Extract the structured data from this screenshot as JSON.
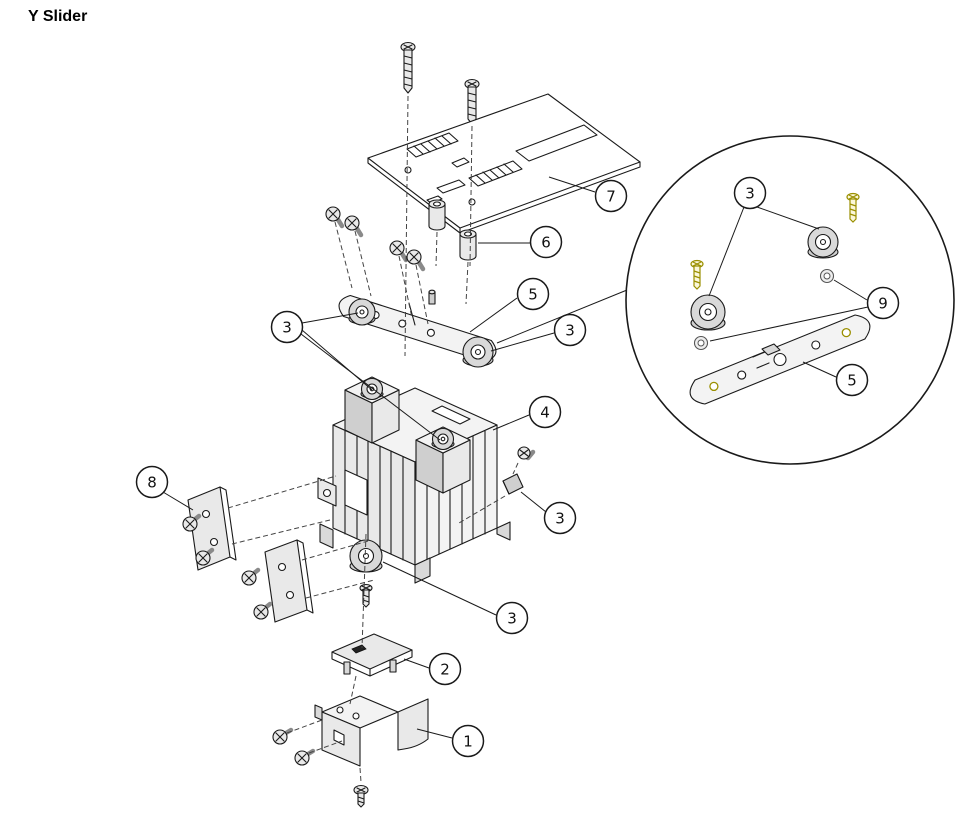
{
  "title": "Y Slider",
  "callouts": {
    "c1": {
      "label": "1"
    },
    "c2": {
      "label": "2"
    },
    "c3_left": {
      "label": "3"
    },
    "c3_right": {
      "label": "3"
    },
    "c3_pin": {
      "label": "3"
    },
    "c3_roller": {
      "label": "3"
    },
    "c3_detail": {
      "label": "3"
    },
    "c4": {
      "label": "4"
    },
    "c5_main": {
      "label": "5"
    },
    "c5_detail": {
      "label": "5"
    },
    "c6": {
      "label": "6"
    },
    "c7": {
      "label": "7"
    },
    "c8": {
      "label": "8"
    },
    "c9": {
      "label": "9"
    }
  },
  "colors": {
    "line": "#1a1a1a",
    "highlight": "#9a8f00",
    "background": "#ffffff"
  }
}
